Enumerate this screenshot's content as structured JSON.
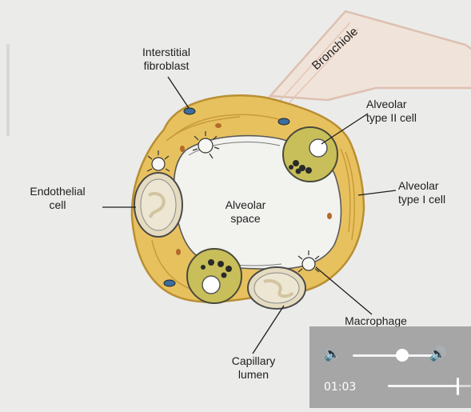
{
  "diagram": {
    "labels": {
      "interstitial_fibroblast": [
        "Interstitial",
        "fibroblast"
      ],
      "bronchiole": "Bronchiole",
      "alveolar_type_ii": [
        "Alveolar",
        "type II cell"
      ],
      "alveolar_type_i": [
        "Alveolar",
        "type I cell"
      ],
      "endothelial_cell": [
        "Endothelial",
        "cell"
      ],
      "alveolar_space": [
        "Alveolar",
        "space"
      ],
      "macrophage": "Macrophage",
      "capillary_lumen": [
        "Capillary",
        "lumen"
      ]
    },
    "colors": {
      "wall": "#e8c15f",
      "wall_dark": "#c89a3a",
      "space": "#f2f2ef",
      "type2_cell": "#c8bf5a",
      "bronchiole": "#e9cfc0"
    }
  },
  "player": {
    "time": "01:03",
    "volume_level": 0.62,
    "progress_level": 0.84,
    "icons": [
      "volume-low-icon",
      "volume-high-icon"
    ]
  }
}
